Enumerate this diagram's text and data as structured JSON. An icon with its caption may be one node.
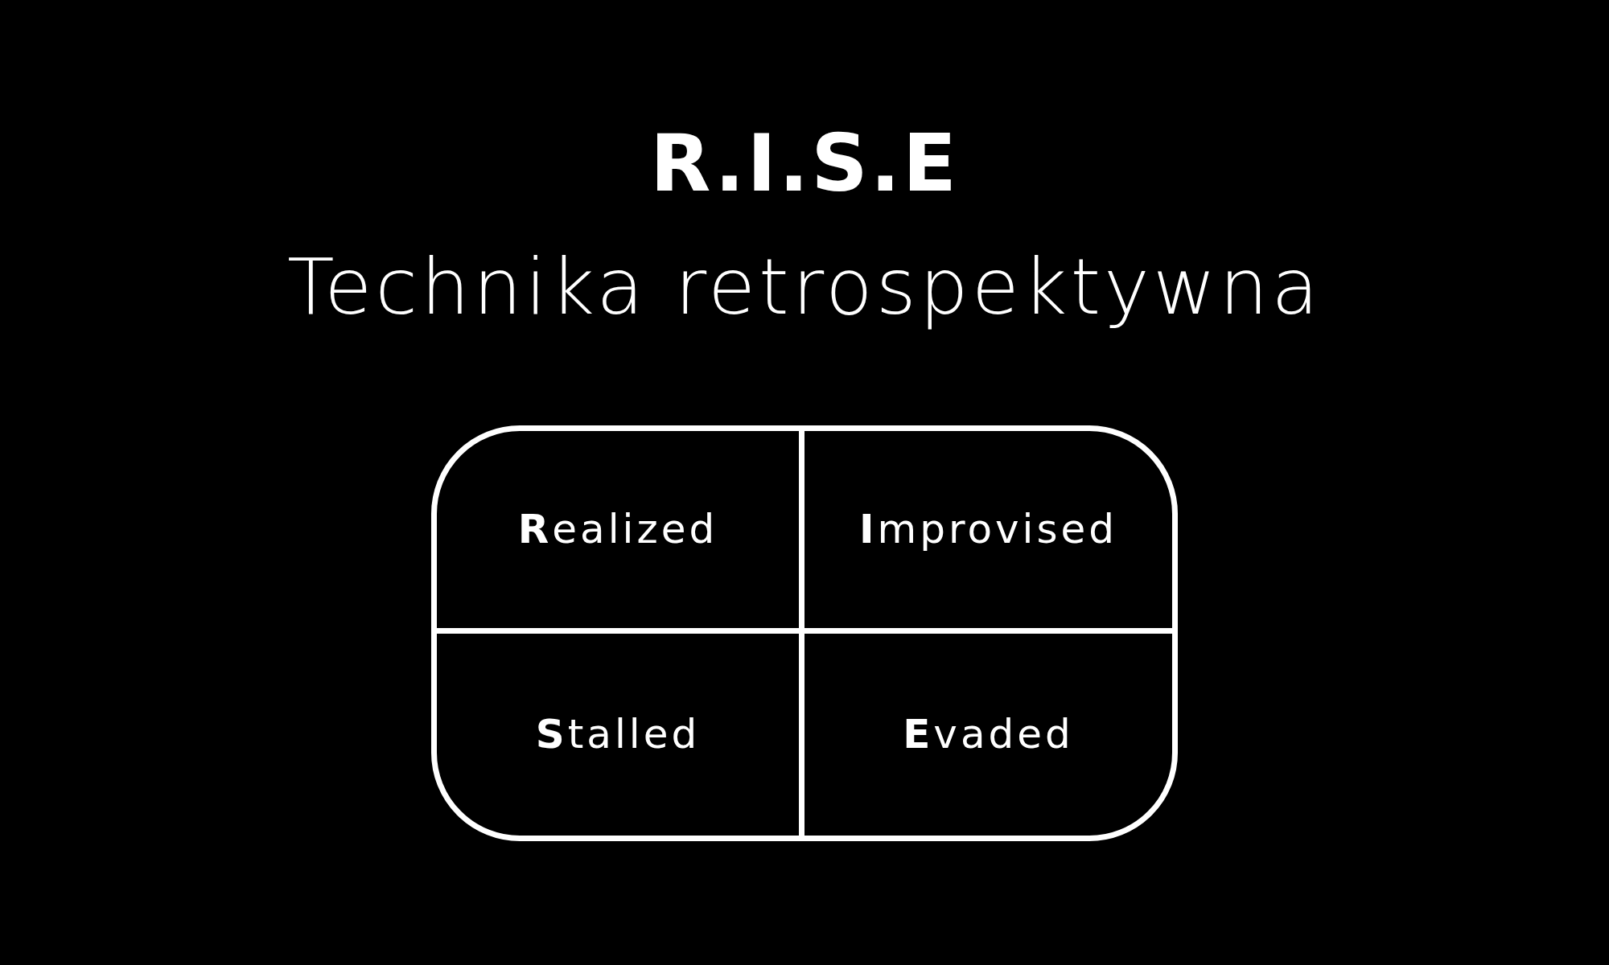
{
  "diagram": {
    "title": "R.I.S.E",
    "nodes": [
      {
        "text": [
          "**R**ealized"
        ]
      },
      {
        "text": [
          "**I**mprovised"
        ]
      },
      {
        "text": [
          "**S**talled"
        ]
      },
      {
        "text": [
          "**E**vaded"
        ]
      }
    ],
    "labels": [
      "Technika retrospektywna"
    ]
  }
}
